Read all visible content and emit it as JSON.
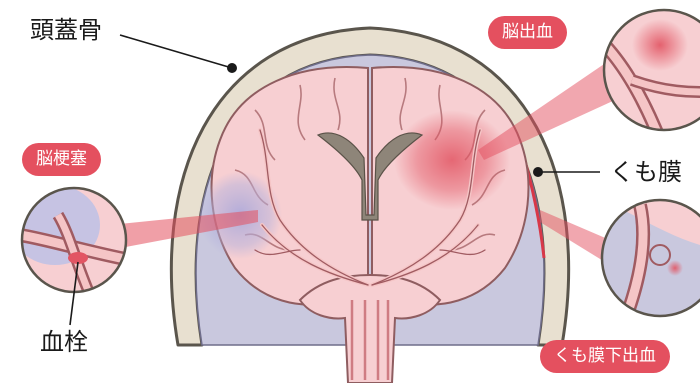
{
  "labels": {
    "skull": "頭蓋骨",
    "cerebral_hemorrhage": "脳出血",
    "cerebral_infarction": "脳梗塞",
    "arachnoid": "くも膜",
    "thrombus": "血栓",
    "subarachnoid_hemorrhage": "くも膜下出血"
  },
  "colors": {
    "skull": "#e8e0d0",
    "skull_outline": "#5a554c",
    "subarachnoid_space": "#c9c8de",
    "brain": "#f7cfd2",
    "brain_outline": "#8f5d60",
    "hemorrhage": "#e25563",
    "infarction": "#b4b1dc",
    "label_pill": "#e4505f",
    "ventricle": "#8e8579"
  }
}
